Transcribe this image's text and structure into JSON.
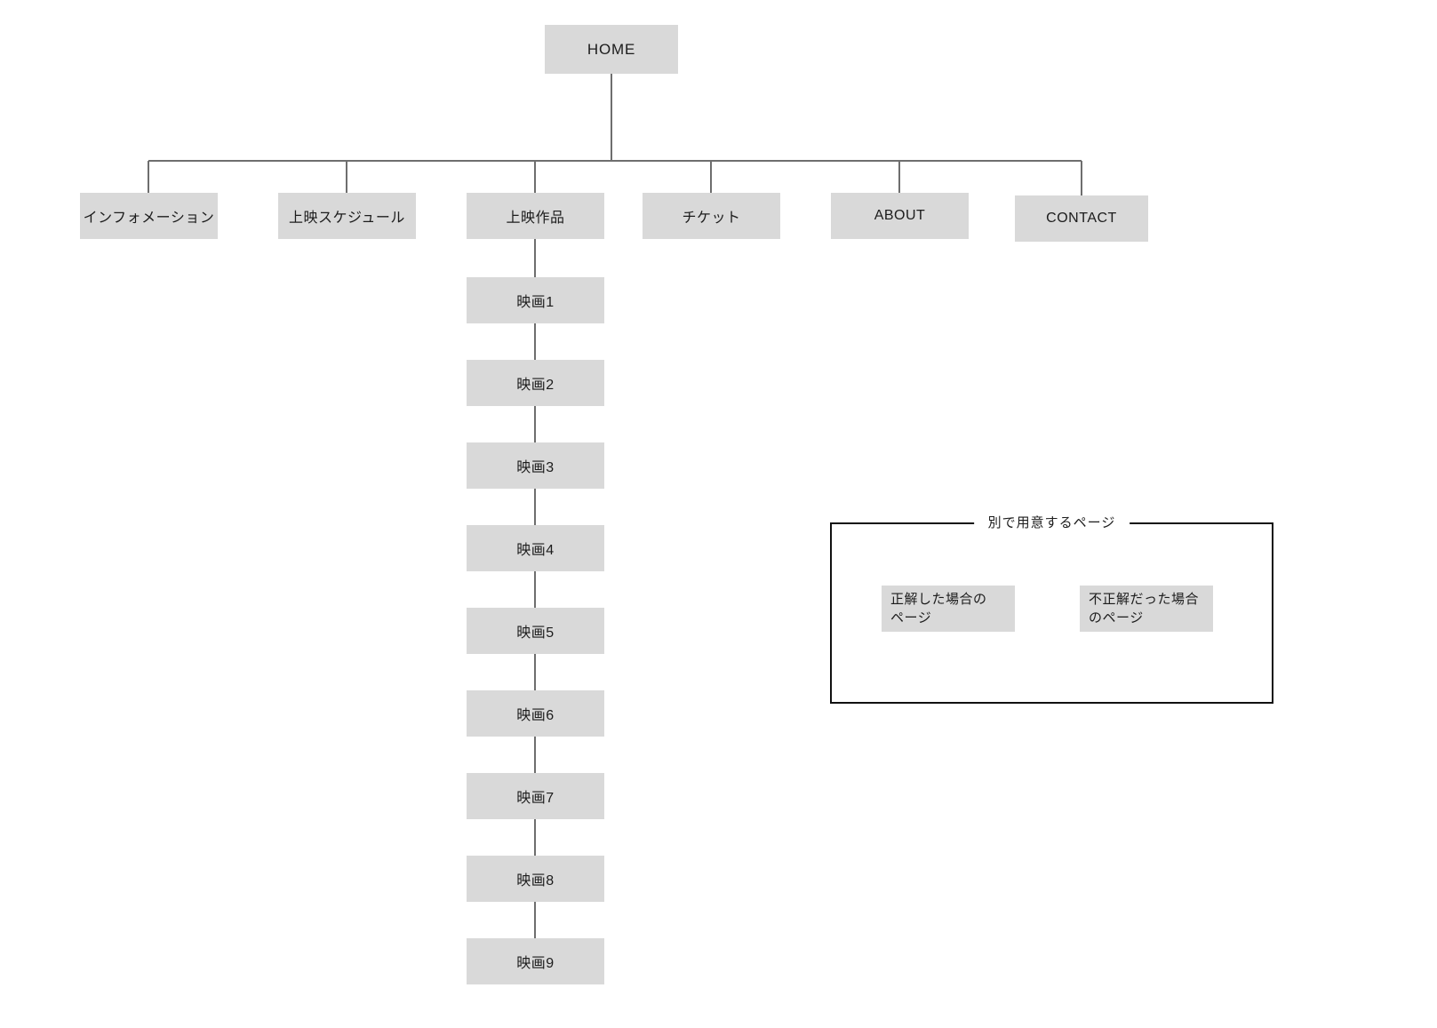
{
  "diagram": {
    "root": {
      "label": "HOME"
    },
    "nav": [
      {
        "label": "インフォメーション"
      },
      {
        "label": "上映スケジュール"
      },
      {
        "label": "上映作品"
      },
      {
        "label": "チケット"
      },
      {
        "label": "ABOUT"
      },
      {
        "label": "CONTACT"
      }
    ],
    "movies": [
      {
        "label": "映画1"
      },
      {
        "label": "映画2"
      },
      {
        "label": "映画3"
      },
      {
        "label": "映画4"
      },
      {
        "label": "映画5"
      },
      {
        "label": "映画6"
      },
      {
        "label": "映画7"
      },
      {
        "label": "映画8"
      },
      {
        "label": "映画9"
      }
    ],
    "side_panel": {
      "title": "別で用意するページ",
      "correct_page": "正解した場合の\nページ",
      "incorrect_page": "不正解だった場合\nのページ"
    },
    "colors": {
      "node_fill": "#d9d9d9",
      "connector": "#6e6e6e",
      "panel_border": "#111111",
      "text": "#1c1c1c",
      "background": "#ffffff"
    }
  }
}
